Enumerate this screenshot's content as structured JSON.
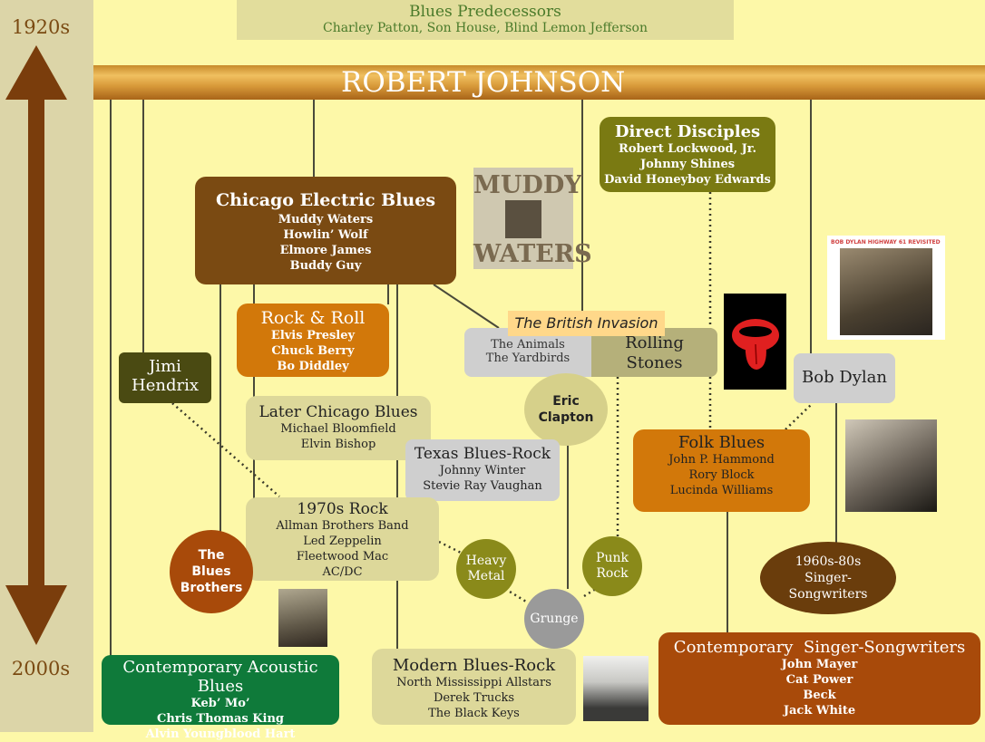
{
  "timeline": {
    "top": "1920s",
    "bottom": "2000s"
  },
  "colors": {
    "background": "#fdf8a8",
    "sidebar": "#dcd5a8",
    "arrow": "#7a3d0c",
    "dark_brown": "#7a4a12",
    "olive": "#7a7a12",
    "orange": "#d2780a",
    "light_khaki": "#ddd89a",
    "gray": "#cfcfcf",
    "green": "#0f7a3a",
    "rust": "#a84a0a",
    "light_olive": "#e2dd9c"
  },
  "predecessors": {
    "title": "Blues Predecessors",
    "members": "Charley Patton, Son House, Blind Lemon Jefferson"
  },
  "robert_johnson": "ROBERT JOHNSON",
  "direct_disciples": {
    "title": "Direct Disciples",
    "members": [
      "Robert Lockwood, Jr.",
      "Johnny Shines",
      "David Honeyboy Edwards"
    ]
  },
  "chicago_electric": {
    "title": "Chicago Electric Blues",
    "members": [
      "Muddy Waters",
      "Howlin’ Wolf",
      "Elmore James",
      "Buddy Guy"
    ]
  },
  "muddy_album": {
    "line1": "MUDDY",
    "line2": "WATERS"
  },
  "dylan_album": {
    "label": "BOB DYLAN HIGHWAY 61 REVISITED"
  },
  "rock_and_roll": {
    "title": "Rock & Roll",
    "members": [
      "Elvis Presley",
      "Chuck Berry",
      "Bo Diddley"
    ]
  },
  "british_invasion": {
    "title": "The British Invasion",
    "members": [
      "The Animals",
      "The Yardbirds"
    ],
    "rolling_stones": "Rolling Stones"
  },
  "jimi_hendrix": "Jimi Hendrix",
  "bob_dylan": "Bob Dylan",
  "eric_clapton": "Eric Clapton",
  "later_chicago": {
    "title": "Later Chicago Blues",
    "members": [
      "Michael Bloomfield",
      "Elvin Bishop"
    ]
  },
  "texas_blues_rock": {
    "title": "Texas Blues-Rock",
    "members": [
      "Johnny Winter",
      "Stevie Ray Vaughan"
    ]
  },
  "folk_blues": {
    "title": "Folk Blues",
    "members": [
      "John P. Hammond",
      "Rory Block",
      "Lucinda Williams"
    ]
  },
  "rock_1970s": {
    "title": "1970s Rock",
    "members": [
      "Allman Brothers Band",
      "Led Zeppelin",
      "Fleetwood Mac",
      "AC/DC"
    ]
  },
  "blues_brothers": "The Blues Brothers",
  "heavy_metal": "Heavy Metal",
  "punk_rock": "Punk Rock",
  "grunge": "Grunge",
  "singer_songwriters_60s": "1960s-80s Singer-Songwriters",
  "contemporary_acoustic": {
    "title": "Contemporary Acoustic Blues",
    "members": [
      "Keb’ Mo’",
      "Chris Thomas King",
      "Alvin Youngblood Hart"
    ]
  },
  "modern_blues_rock": {
    "title": "Modern Blues-Rock",
    "members": [
      "North Mississippi Allstars",
      "Derek Trucks",
      "The Black Keys"
    ]
  },
  "contemporary_singer_songwriters": {
    "title": "Contemporary  Singer-Songwriters",
    "members": [
      "John Mayer",
      "Cat Power",
      "Beck",
      "Jack White"
    ]
  }
}
